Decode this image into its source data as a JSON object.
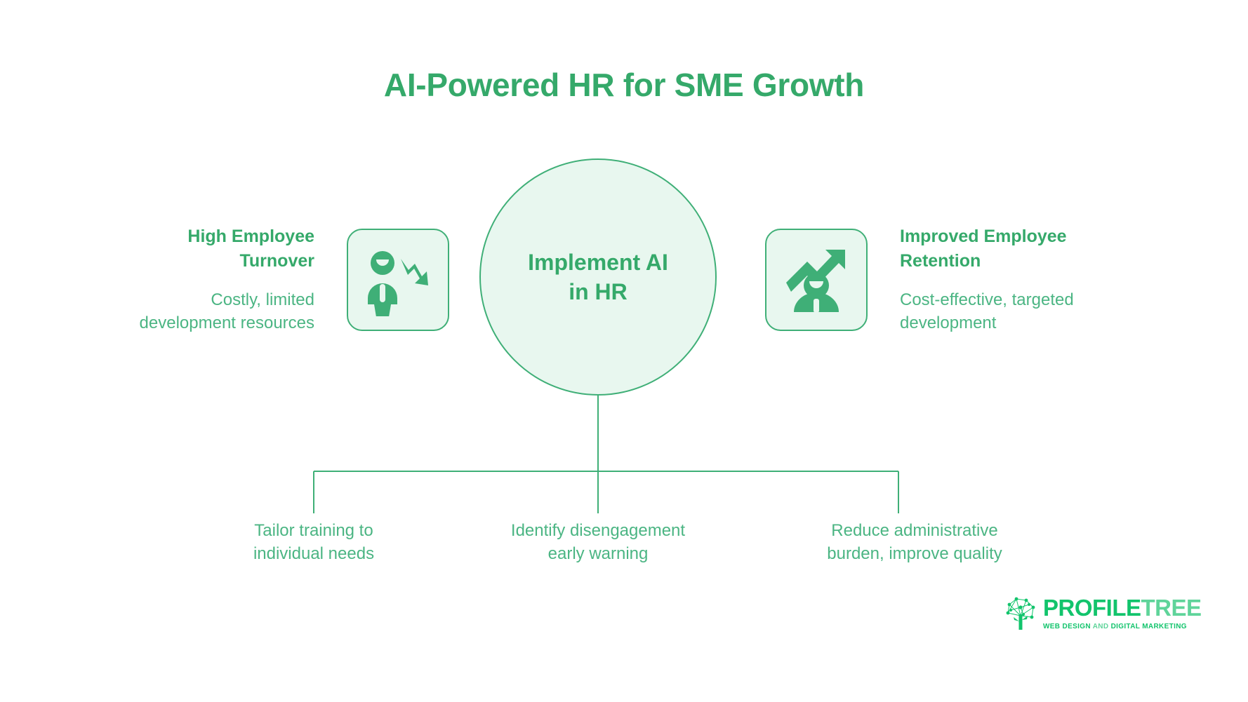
{
  "title": "AI-Powered HR for SME Growth",
  "center": {
    "label": "Implement AI\nin HR"
  },
  "branches": {
    "left": {
      "heading": "High Employee\nTurnover",
      "description": "Costly, limited\ndevelopment resources",
      "icon": "person-declining-arrow-icon"
    },
    "right": {
      "heading": "Improved Employee\nRetention",
      "description": "Cost-effective, targeted\ndevelopment",
      "icon": "person-rising-arrow-icon"
    }
  },
  "outcomes": [
    {
      "text": "Tailor training to\nindividual needs"
    },
    {
      "text": "Identify disengagement\nearly warning"
    },
    {
      "text": "Reduce administrative\nburden, improve quality"
    }
  ],
  "logo": {
    "word_primary": "PROFILE",
    "word_secondary": "TREE",
    "tagline_part1": "WEB DESIGN ",
    "tagline_part2": "AND ",
    "tagline_part3": "DIGITAL MARKETING"
  },
  "colors": {
    "accent": "#35a96a",
    "accent_light": "#4bb583",
    "fill_mint": "#e8f7ef",
    "stroke": "#3faf77",
    "logo_green": "#12c46c",
    "logo_green_light": "#5fd49a",
    "background": "#ffffff"
  }
}
